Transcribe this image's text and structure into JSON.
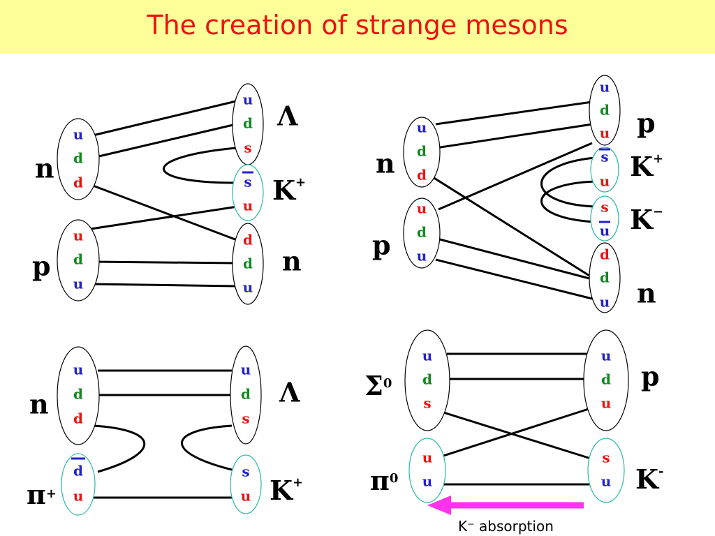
{
  "title": "The creation of strange mesons",
  "caption": "K⁻ absorption",
  "colors": {
    "u": "#2222cc",
    "d": "#11881f",
    "s": "#ee1111",
    "arrow": "#ff33ee",
    "title_bg": "#ffff99",
    "title_text": "#ee1111",
    "meson_outline": "#2ab8a8"
  },
  "panels": [
    {
      "id": "top-left",
      "initial": [
        {
          "label": "n",
          "quarks": [
            "u",
            "d",
            "d"
          ],
          "colors": [
            "u",
            "d",
            "s"
          ]
        },
        {
          "label": "p",
          "quarks": [
            "u",
            "d",
            "u"
          ],
          "colors": [
            "s",
            "d",
            "u"
          ]
        }
      ],
      "final": [
        {
          "label": "Λ",
          "quarks": [
            "u",
            "d",
            "s"
          ],
          "colors": [
            "u",
            "d",
            "s"
          ]
        },
        {
          "label": "K",
          "sup": "+",
          "quarks": [
            "s",
            "u"
          ],
          "colors": [
            "u",
            "s"
          ],
          "anti": [
            0
          ]
        },
        {
          "label": "n",
          "quarks": [
            "d",
            "d",
            "u"
          ],
          "colors": [
            "s",
            "d",
            "u"
          ]
        }
      ]
    },
    {
      "id": "top-right",
      "initial": [
        {
          "label": "n",
          "quarks": [
            "u",
            "d",
            "d"
          ],
          "colors": [
            "u",
            "d",
            "s"
          ]
        },
        {
          "label": "p",
          "quarks": [
            "u",
            "d",
            "u"
          ],
          "colors": [
            "s",
            "d",
            "u"
          ]
        }
      ],
      "final": [
        {
          "label": "p",
          "quarks": [
            "u",
            "d",
            "u"
          ],
          "colors": [
            "u",
            "d",
            "s"
          ]
        },
        {
          "label": "K",
          "sup": "+",
          "quarks": [
            "s",
            "u"
          ],
          "colors": [
            "u",
            "s"
          ],
          "anti": [
            0
          ]
        },
        {
          "label": "K",
          "sup": "−",
          "quarks": [
            "s",
            "u"
          ],
          "colors": [
            "s",
            "u"
          ],
          "anti": [
            1
          ]
        },
        {
          "label": "n",
          "quarks": [
            "d",
            "d",
            "u"
          ],
          "colors": [
            "s",
            "d",
            "u"
          ]
        }
      ]
    },
    {
      "id": "bottom-left",
      "initial": [
        {
          "label": "n",
          "quarks": [
            "u",
            "d",
            "d"
          ],
          "colors": [
            "u",
            "d",
            "s"
          ]
        },
        {
          "label": "π",
          "sup": "+",
          "quarks": [
            "d",
            "u"
          ],
          "colors": [
            "u",
            "s"
          ],
          "anti": [
            0
          ]
        }
      ],
      "final": [
        {
          "label": "Λ",
          "quarks": [
            "u",
            "d",
            "s"
          ],
          "colors": [
            "u",
            "d",
            "s"
          ]
        },
        {
          "label": "K",
          "sup": "+",
          "quarks": [
            "s",
            "u"
          ],
          "colors": [
            "u",
            "s"
          ]
        }
      ]
    },
    {
      "id": "bottom-right",
      "initial": [
        {
          "label": "Σ",
          "sup": "0",
          "quarks": [
            "u",
            "d",
            "s"
          ],
          "colors": [
            "u",
            "d",
            "s"
          ]
        },
        {
          "label": "π",
          "sup": "0",
          "quarks": [
            "u",
            "u"
          ],
          "colors": [
            "s",
            "u"
          ]
        }
      ],
      "final": [
        {
          "label": "p",
          "quarks": [
            "u",
            "d",
            "u"
          ],
          "colors": [
            "u",
            "d",
            "s"
          ]
        },
        {
          "label": "K",
          "sup": "-",
          "quarks": [
            "s",
            "u"
          ],
          "colors": [
            "s",
            "u"
          ]
        }
      ]
    }
  ]
}
